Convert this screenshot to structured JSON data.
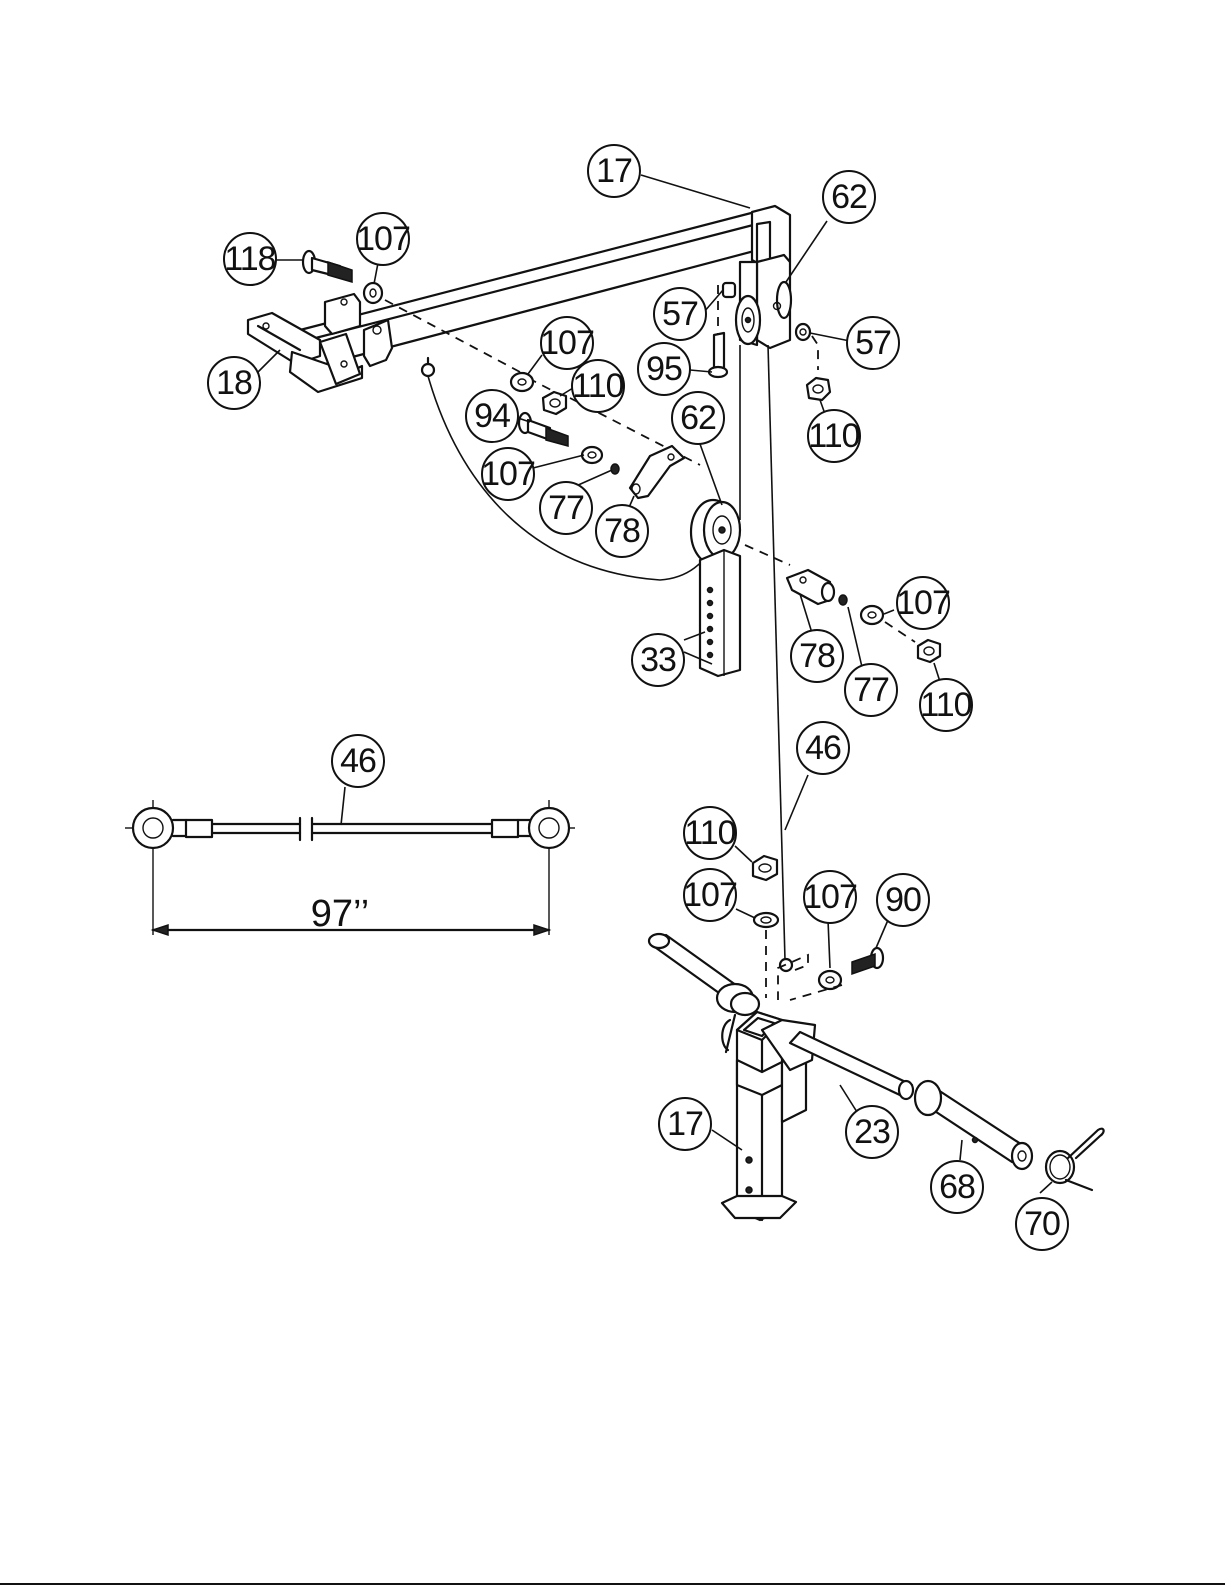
{
  "callouts": {
    "c17_top": "17",
    "c62_top": "62",
    "c118": "118",
    "c107_a": "107",
    "c18": "18",
    "c57_a": "57",
    "c57_b": "57",
    "c95": "95",
    "c107_b": "107",
    "c110_a": "110",
    "c110_b": "110",
    "c94": "94",
    "c62_mid": "62",
    "c107_c": "107",
    "c77_a": "77",
    "c78_a": "78",
    "c33": "33",
    "c78_b": "78",
    "c77_b": "77",
    "c107_d": "107",
    "c110_c": "110",
    "c46_detail": "46",
    "c46_cable": "46",
    "c110_d": "110",
    "c107_e": "107",
    "c107_f": "107",
    "c90": "90",
    "c17_bottom": "17",
    "c23": "23",
    "c68": "68",
    "c70": "70"
  },
  "dimension": {
    "cable_length": "97’’"
  }
}
